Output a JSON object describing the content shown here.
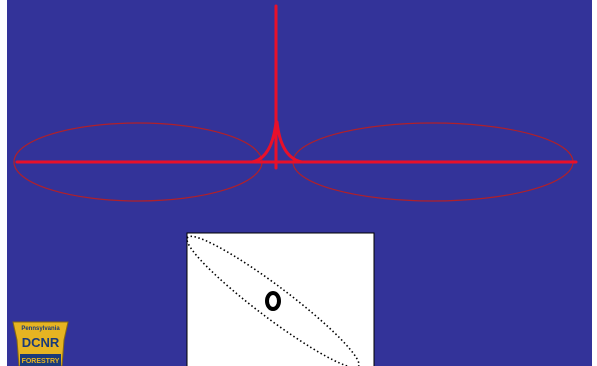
{
  "colors": {
    "background": "#333399",
    "border": "#ffffff",
    "cross_line": "#e8102a",
    "ellipse_outline": "#b0202a",
    "inset_background": "#ffffff",
    "inset_outline": "#000000",
    "logo_keystone": "#e6b422",
    "logo_band": "#1a3a7a",
    "logo_accent": "#c0392b"
  },
  "icons": {
    "logo": "pennsylvania-dcnr-keystone-logo",
    "inset_center": "black-ring-icon"
  },
  "logo": {
    "state": "Pennsylvania",
    "agency": "DCNR",
    "bureau": "FORESTRY"
  }
}
